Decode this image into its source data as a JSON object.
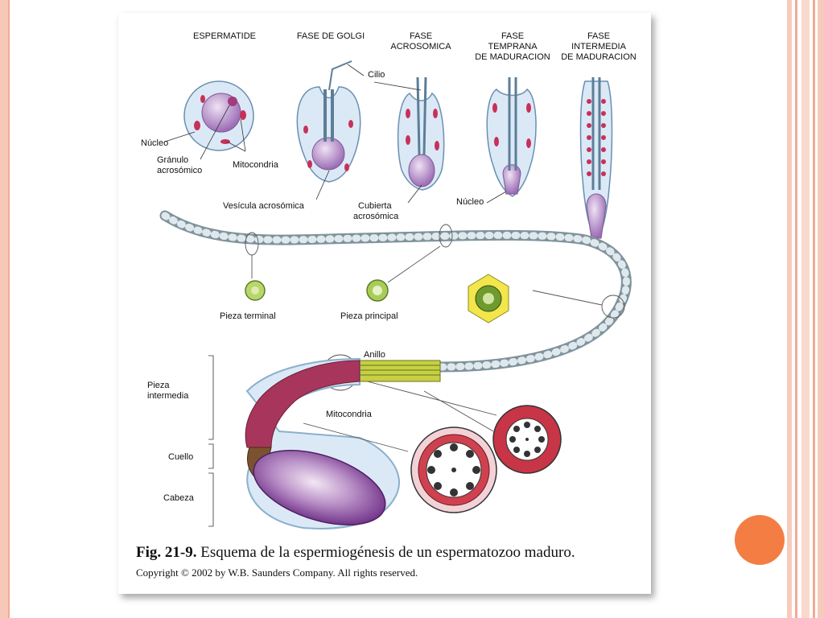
{
  "colors": {
    "slide_accent": "#f47d44",
    "slide_border": "#f7c8b8",
    "cytoplasm": "#dbe9f6",
    "mitochondria": "#c8305a",
    "nucleus": "#b98ac4",
    "tail": "#c9d6dc"
  },
  "stage_headers": {
    "espermatide": "ESPERMATIDE",
    "golgi": "FASE DE GOLGI",
    "acrosomica_1": "FASE",
    "acrosomica_2": "ACROSOMICA",
    "temprana_1": "FASE",
    "temprana_2": "TEMPRANA",
    "temprana_3": "DE MADURACION",
    "intermedia_1": "FASE",
    "intermedia_2": "INTERMEDIA",
    "intermedia_3": "DE MADURACION"
  },
  "labels": {
    "cilio": "Cilio",
    "nucleo_1": "Núcleo",
    "granulo_1": "Gránulo",
    "granulo_2": "acrosómico",
    "mitocondria_1": "Mitocondria",
    "vesicula": "Vesícula acrosómica",
    "cubierta_1": "Cubierta",
    "cubierta_2": "acrosómica",
    "nucleo_2": "Núcleo",
    "pieza_terminal": "Pieza terminal",
    "pieza_principal": "Pieza principal",
    "anillo": "Anillo",
    "pieza_intermedia_1": "Pieza",
    "pieza_intermedia_2": "intermedia",
    "mitocondria_2": "Mitocondria",
    "cuello": "Cuello",
    "cabeza": "Cabeza"
  },
  "caption": {
    "fig_number": "Fig. 21-9.",
    "fig_text": " Esquema de la espermiogénesis de un espermatozoo maduro.",
    "copyright": "Copyright © 2002 by W.B. Saunders Company. All rights reserved."
  }
}
